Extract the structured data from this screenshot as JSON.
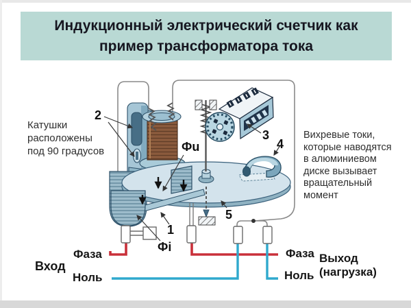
{
  "slide": {
    "title_line1": "Индукционный электрический счетчик как",
    "title_line2": "пример трансформатора тока"
  },
  "annotations": {
    "coils_note": "Катушки\nрасположены\nпод 90 градусов",
    "eddy_note": "Вихревые токи,\nкоторые наводятся\nв алюминиевом\nдиске вызывает\nвращательный\nмомент"
  },
  "part_labels": {
    "n1": "1",
    "n2": "2",
    "n3": "3",
    "n4": "4",
    "n5": "5",
    "flux_u": "Фu",
    "flux_i": "Фi"
  },
  "io_labels": {
    "input_title": "Вход",
    "input_phase": "Фаза",
    "input_neutral": "Ноль",
    "output_phase": "Фаза",
    "output_neutral": "Ноль",
    "output_title": "Выход\n(нагрузка)"
  },
  "colors": {
    "title_band": "#b9d9d4",
    "phase_wire": "#c9303a",
    "neutral_wire": "#2fa9cd",
    "machine_blue": "#a6c6d6",
    "machine_dark": "#2d5068",
    "copper_coil": "#8a5a3c",
    "disc_top": "#d3e3ec"
  }
}
